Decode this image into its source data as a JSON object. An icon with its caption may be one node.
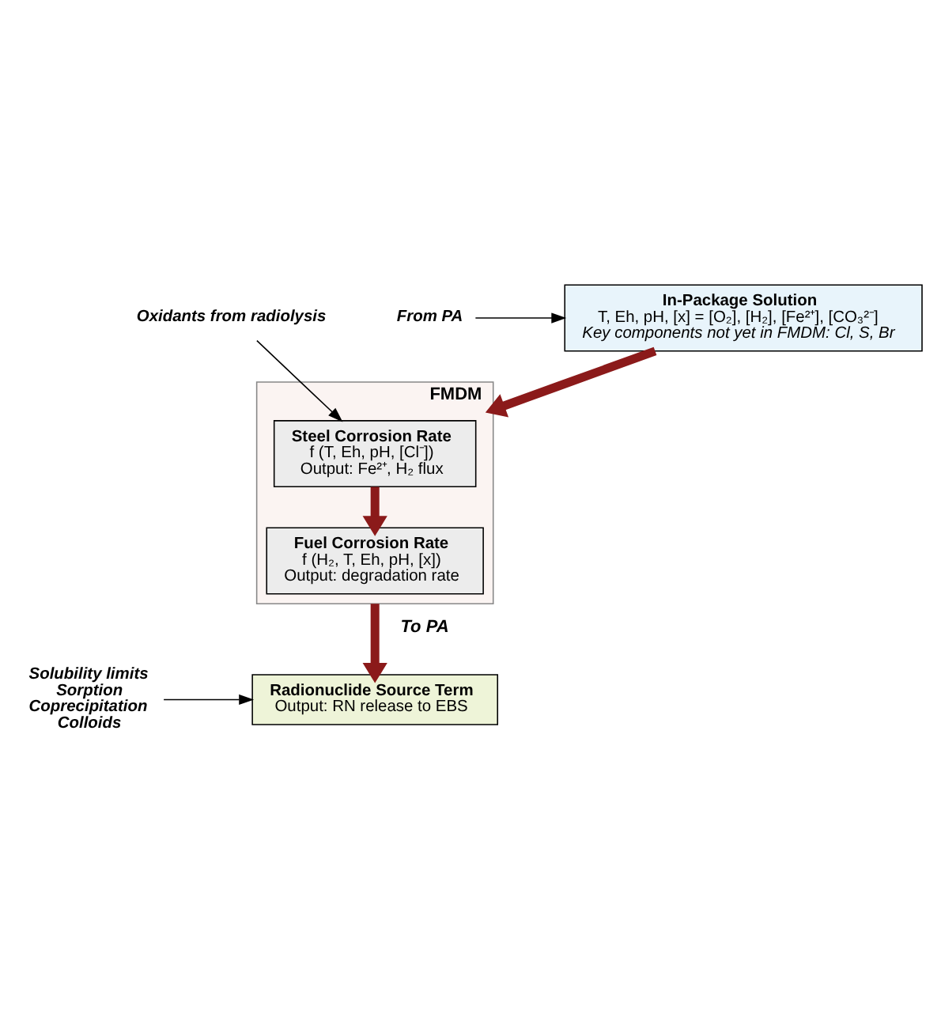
{
  "diagram": {
    "nodes": [
      {
        "text": [
          "In-Package Solution",
          "T, Eh, pH, [x] = [O₂], [H₂], [Fe²⁺], [CO₃²⁻]",
          "Key components not yet in FMDM: Cl, S, Br"
        ]
      },
      {
        "text": [
          "FMDM"
        ]
      },
      {
        "text": [
          "Steel Corrosion Rate",
          "f (T, Eh, pH, [Cl⁻])",
          "Output: Fe²⁺, H₂ flux"
        ],
        "in": 1
      },
      {
        "text": [
          "Fuel Corrosion Rate",
          "f (H₂, T, Eh, pH, [x])",
          "Output: degradation rate"
        ],
        "in": 1
      },
      {
        "text": [
          "Radionuclide Source Term",
          "Output: RN release to EBS"
        ]
      },
      {
        "text": [
          "From PA"
        ]
      },
      {
        "text": [
          "Oxidants from radiolysis"
        ]
      },
      {
        "text": [
          "Solubility limits",
          "Sorption",
          "Coprecipitation",
          "Colloids"
        ]
      }
    ],
    "edges": [
      {
        "from": 5,
        "to": 0,
        "arrow": "to"
      },
      {
        "from": 0,
        "to": 1,
        "arrow": "to",
        "style": "thick",
        "color": "#8b1a1a"
      },
      {
        "from": 6,
        "to": 2,
        "arrow": "to"
      },
      {
        "from": 2,
        "to": 3,
        "arrow": "to",
        "style": "thick",
        "color": "#8b1a1a"
      },
      {
        "from": 1,
        "to": 4,
        "arrow": "to",
        "style": "thick",
        "color": "#8b1a1a",
        "label": "To PA"
      },
      {
        "from": 7,
        "to": 4,
        "arrow": "to"
      }
    ]
  }
}
